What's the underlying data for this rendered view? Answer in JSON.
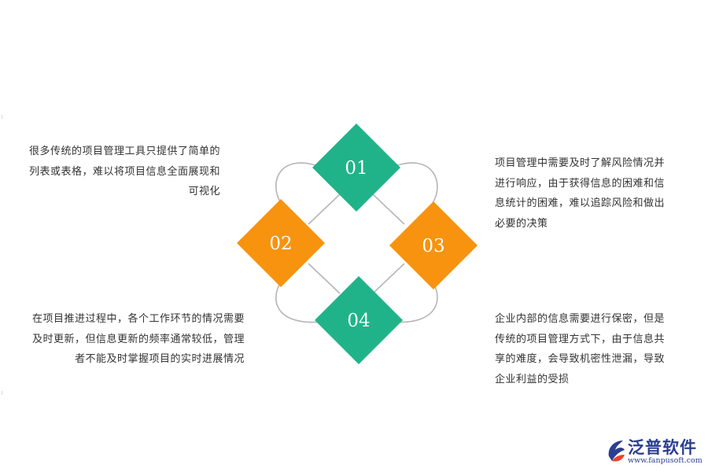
{
  "diagram": {
    "nodes": [
      {
        "label": "01",
        "color": "#20b38a"
      },
      {
        "label": "02",
        "color": "#f7930f"
      },
      {
        "label": "03",
        "color": "#f7930f"
      },
      {
        "label": "04",
        "color": "#20b38a"
      }
    ],
    "connector_color": "#b5b5b5"
  },
  "texts": {
    "t1": [
      "很多传统的项目管理工具只提供了简单的",
      "列表或表格，难以将项目信息全面展现和",
      "可视化"
    ],
    "t2": [
      "项目管理中需要及时了解风险情况并",
      "进行响应，由于获得信息的困难和信",
      "息统计的困难，难以追踪风险和做出",
      "必要的决策"
    ],
    "t3": [
      "在项目推进过程中，各个工作环节的情况需要",
      "及时更新，但信息更新的频率通常较低，管理",
      "者不能及时掌握项目的实时进展情况"
    ],
    "t4": [
      "企业内部的信息需要进行保密，但是",
      "传统的项目管理方式下，由于信息共",
      "享的难度，会导致机密性泄漏，导致",
      "企业利益的受损"
    ]
  },
  "brand": {
    "name": "泛普软件",
    "url": "www.fanpusoft.com",
    "color": "#2a3f8f"
  }
}
